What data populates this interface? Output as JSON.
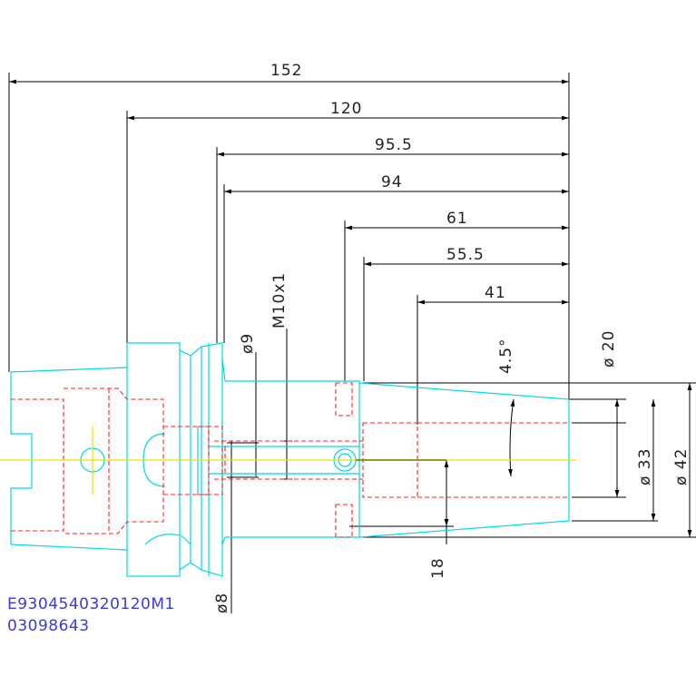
{
  "dimensions": {
    "len_152": "152",
    "len_120": "120",
    "len_95_5": "95.5",
    "len_94": "94",
    "len_61": "61",
    "len_55_5": "55.5",
    "len_41": "41",
    "thread": "M10x1",
    "dia_9": "ø9",
    "dia_8": "ø8",
    "angle": "4.5°",
    "dia_20": "ø 20",
    "dia_33": "ø 33",
    "dia_42": "ø 42",
    "len_18": "18"
  },
  "part_code": {
    "line1": "E9304540320120M1",
    "line2": "03098643"
  },
  "colors": {
    "dimension": "#000000",
    "outline": "#00d8e8",
    "hidden": "#ff2020",
    "centerline": "#f0e000",
    "text_code": "#3a3ae0"
  }
}
